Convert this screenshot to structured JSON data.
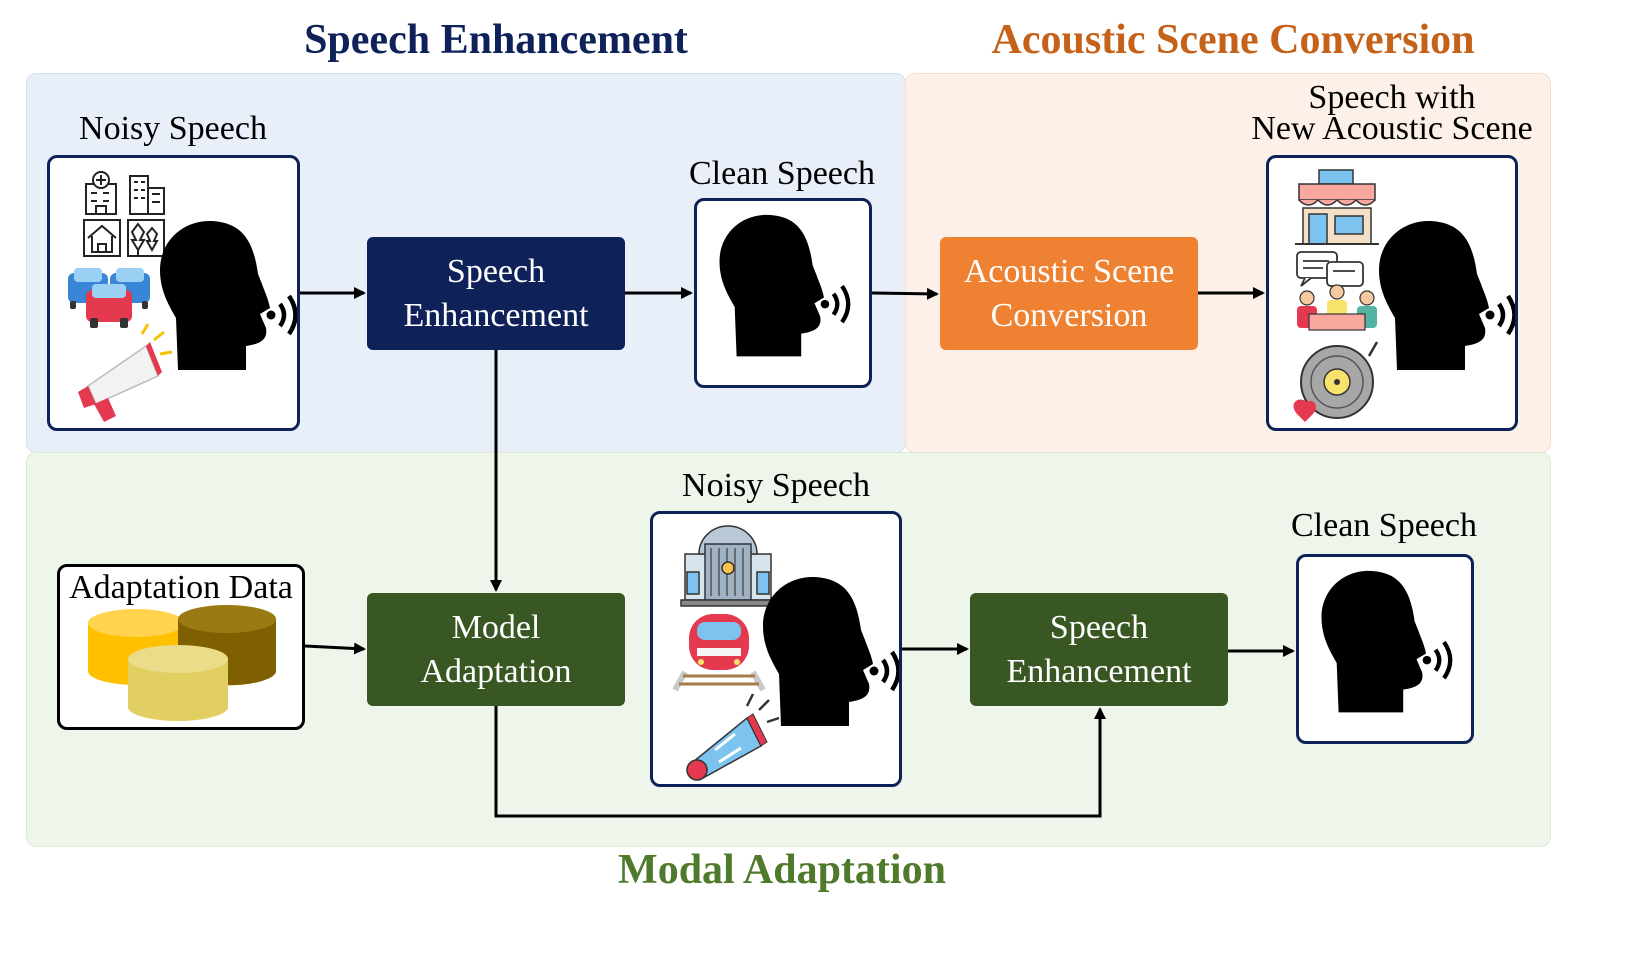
{
  "sections": {
    "speech_enhancement": {
      "title": "Speech Enhancement",
      "color": "#0e2158",
      "panel_bg": "#e8eff9"
    },
    "acoustic_scene_conversion": {
      "title": "Acoustic Scene Conversion",
      "color": "#c5621a",
      "panel_bg": "#fdf0e8"
    },
    "modal_adaptation": {
      "title": "Modal Adaptation",
      "color": "#4f7a2b",
      "panel_bg": "#eef5ea"
    }
  },
  "top_row": {
    "noisy_speech_caption": "Noisy Speech",
    "noisy_speech_icons": [
      "hospital-building-icon",
      "office-building-icon",
      "house-icon",
      "trees-icon",
      "cars-icon",
      "megaphone-icon",
      "speaking-head-icon"
    ],
    "se_block": {
      "line1": "Speech",
      "line2": "Enhancement",
      "color": "#0e2158"
    },
    "clean_speech_caption": "Clean Speech",
    "asc_block": {
      "line1": "Acoustic Scene",
      "line2": "Conversion",
      "color": "#ef8132"
    },
    "new_scene_caption_line1": "Speech with",
    "new_scene_caption_line2": "New Acoustic Scene",
    "new_scene_icons": [
      "shop-icon",
      "chat-bubbles-icon",
      "meeting-people-icon",
      "vinyl-record-icon",
      "speaking-head-icon"
    ]
  },
  "bottom_row": {
    "adaptation_data_caption": "Adaptation Data",
    "database_colors": [
      "#ffc000",
      "#7f6000",
      "#e2cf62"
    ],
    "model_adaptation_block": {
      "line1": "Model",
      "line2": "Adaptation",
      "color": "#385723"
    },
    "noisy_speech_caption": "Noisy Speech",
    "noisy_speech_icons": [
      "train-station-icon",
      "train-icon",
      "megaphone-icon",
      "speaking-head-icon"
    ],
    "se_block": {
      "line1": "Speech",
      "line2": "Enhancement",
      "color": "#385723"
    },
    "clean_speech_caption": "Clean Speech"
  }
}
